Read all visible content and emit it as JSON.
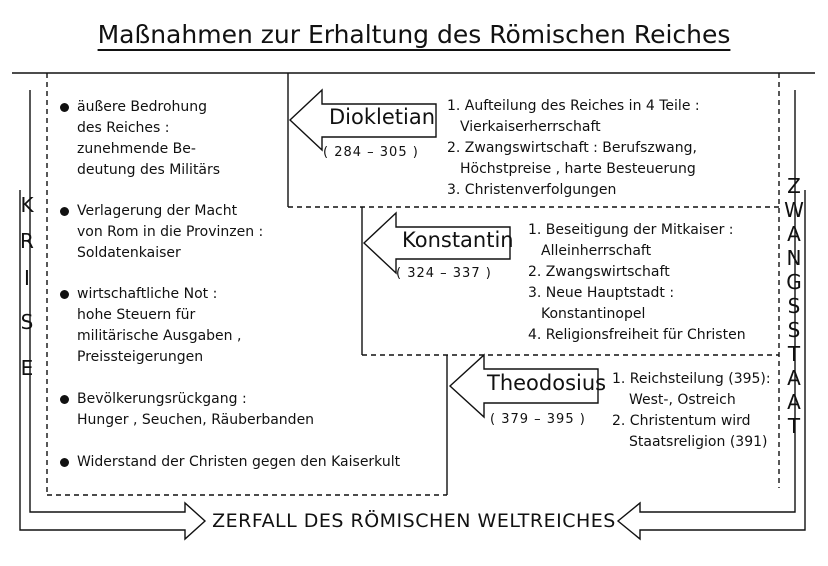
{
  "title": "Maßnahmen zur Erhaltung des Römischen Reiches",
  "left_label": [
    "K",
    "R",
    "I",
    "S",
    "E"
  ],
  "right_label": [
    "Z",
    "W",
    "A",
    "N",
    "G",
    "S",
    "S",
    "T",
    "A",
    "A",
    "T"
  ],
  "causes": [
    {
      "lines": [
        "äußere Bedrohung",
        "des Reiches :",
        "zunehmende Be-",
        "deutung des Militärs"
      ]
    },
    {
      "lines": [
        "Verlagerung der Macht",
        "von Rom in die Provinzen :",
        "Soldatenkaiser"
      ]
    },
    {
      "lines": [
        "wirtschaftliche Not :",
        "hohe Steuern für",
        "militärische Ausgaben ,",
        "Preissteigerungen"
      ]
    },
    {
      "lines": [
        "Bevölkerungsrückgang :",
        "Hunger , Seuchen, Räuberbanden"
      ]
    },
    {
      "lines": [
        "Widerstand der Christen gegen den Kaiserkult"
      ]
    }
  ],
  "emperors": [
    {
      "name": "Diokletian",
      "years": "( 284 – 305 )",
      "measures": [
        "1. Aufteilung des Reiches in 4 Teile :",
        "Vierkaiserherrschaft",
        "2. Zwangswirtschaft : Berufszwang,",
        "Höchstpreise , harte Besteuerung",
        "3. Christenverfolgungen"
      ]
    },
    {
      "name": "Konstantin",
      "years": "( 324 – 337 )",
      "measures": [
        "1. Beseitigung der Mitkaiser :",
        "Alleinherrschaft",
        "2. Zwangswirtschaft",
        "3. Neue Hauptstadt :",
        "Konstantinopel",
        "4. Religionsfreiheit für Christen"
      ]
    },
    {
      "name": "Theodosius",
      "years": "( 379 – 395 )",
      "measures": [
        "1. Reichsteilung (395):",
        "West-, Ostreich",
        "2. Christentum wird",
        "Staatsreligion (391)"
      ]
    }
  ],
  "bottom_label": "ZERFALL DES RÖMISCHEN WELTREICHES"
}
